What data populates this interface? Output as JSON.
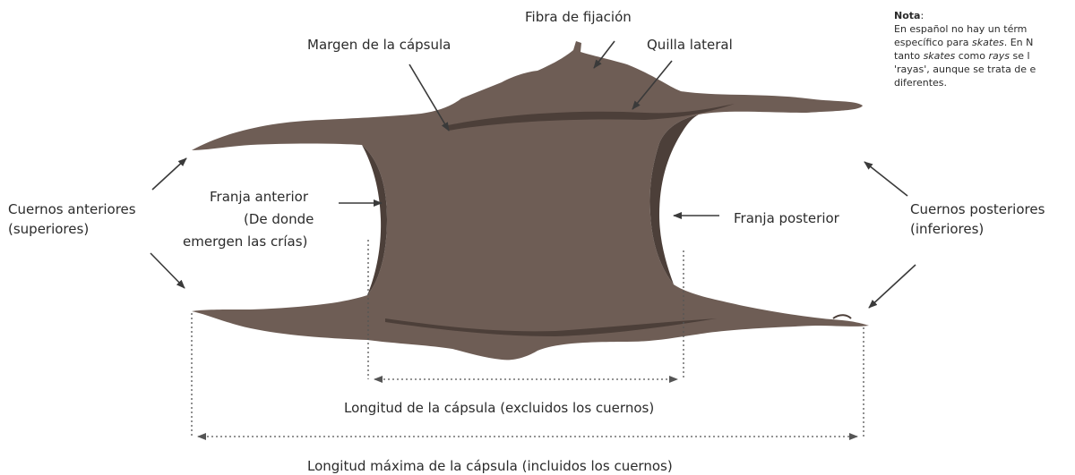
{
  "labels": {
    "fibra": "Fibra de fijación",
    "margen": "Margen de la cápsula",
    "quilla": "Quilla lateral",
    "cuernos_ant_1": "Cuernos anteriores",
    "cuernos_ant_2": "(superiores)",
    "franja_ant_1": "Franja anterior",
    "franja_ant_2": "(De donde",
    "franja_ant_3": "emergen las crías)",
    "franja_post": "Franja posterior",
    "cuernos_post_1": "Cuernos posteriores",
    "cuernos_post_2": "(inferiores)",
    "longitud_sin": "Longitud de la cápsula (excluidos los cuernos)",
    "longitud_max": "Longitud  máxima de la cápsula (incluidos los cuernos)"
  },
  "note": {
    "title": "Nota",
    "colon": ":",
    "line1": "En español no hay un térm",
    "line2_pre": "específico para ",
    "line2_em": "skates",
    "line2_post": ". En N",
    "line3_pre": "tanto ",
    "line3_em1": "skates",
    "line3_mid": " como ",
    "line3_em2": "rays",
    "line3_post": " se l",
    "line4": "'rayas', aunque se trata de e",
    "line5": "diferentes."
  },
  "colors": {
    "capsule": "#6e5d55",
    "capsule_dark": "#4c3f39",
    "arrow": "#3a3a3a",
    "dotted": "#555555"
  }
}
